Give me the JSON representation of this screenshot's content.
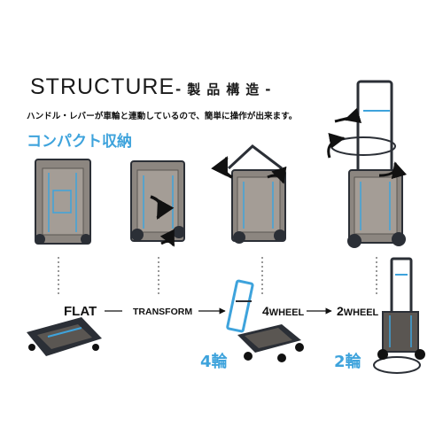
{
  "header": {
    "title_en": "STRUCTURE",
    "title_jp": "-製品構造-",
    "subtitle": "ハンドル・レバーが車輪と連動しているので、簡単に操作が出来ます。",
    "compact_label": "コンパクト収納"
  },
  "flow": {
    "flat": "FLAT",
    "transform": "TRANSFORM",
    "four_wheel_num": "4",
    "four_wheel_word": "WHEEL",
    "two_wheel_num": "2",
    "two_wheel_word": "WHEEL"
  },
  "badges": {
    "four_wheel": "4輪",
    "two_wheel": "2輪"
  },
  "colors": {
    "accent": "#3ea3dc",
    "frame": "#2b2f36",
    "plastic": "#8c8680",
    "plastic_dark": "#5a5652"
  },
  "icons": [
    "rotate-arrow-icon",
    "right-arrow-icon",
    "dotted-connector-icon"
  ]
}
